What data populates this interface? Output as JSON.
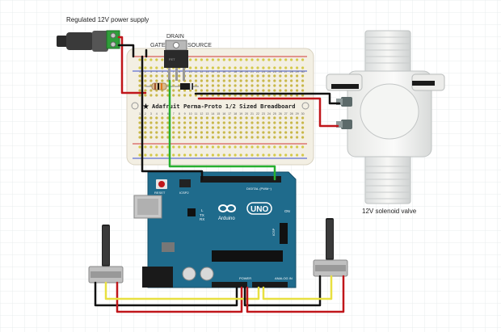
{
  "labels": {
    "power_supply": "Regulated 12V power supply",
    "gate": "GATE",
    "drain": "DRAIN",
    "source": "SOURCE",
    "breadboard": "Adafruit Perma-Proto 1/2 Sized Breadboard",
    "valve": "12V solenoid valve",
    "reset": "RESET",
    "icsp2": "ICSP2",
    "arduino": "Arduino",
    "uno": "UNO",
    "digital": "DIGITAL (PWM~)",
    "power": "POWER",
    "analog_in": "ANALOG IN",
    "led_l": "L",
    "led_tx": "TX",
    "led_rx": "RX",
    "led_on": "ON",
    "icsp": "ICSP"
  },
  "breadboard_numbers": [
    "1",
    "2",
    "3",
    "4",
    "5",
    "6",
    "7",
    "8",
    "9",
    "10",
    "11",
    "12",
    "13",
    "14",
    "15",
    "16",
    "17",
    "18",
    "19",
    "20",
    "21",
    "22",
    "23",
    "24",
    "25",
    "26",
    "27",
    "28",
    "29",
    "30"
  ],
  "colors": {
    "wire_red": "#c0161a",
    "wire_black": "#111111",
    "wire_green": "#27b030",
    "wire_yellow": "#e8e040",
    "arduino_blue": "#1f6b8c",
    "board": "#f3efe3",
    "pcb_green": "#1b8f3a"
  }
}
